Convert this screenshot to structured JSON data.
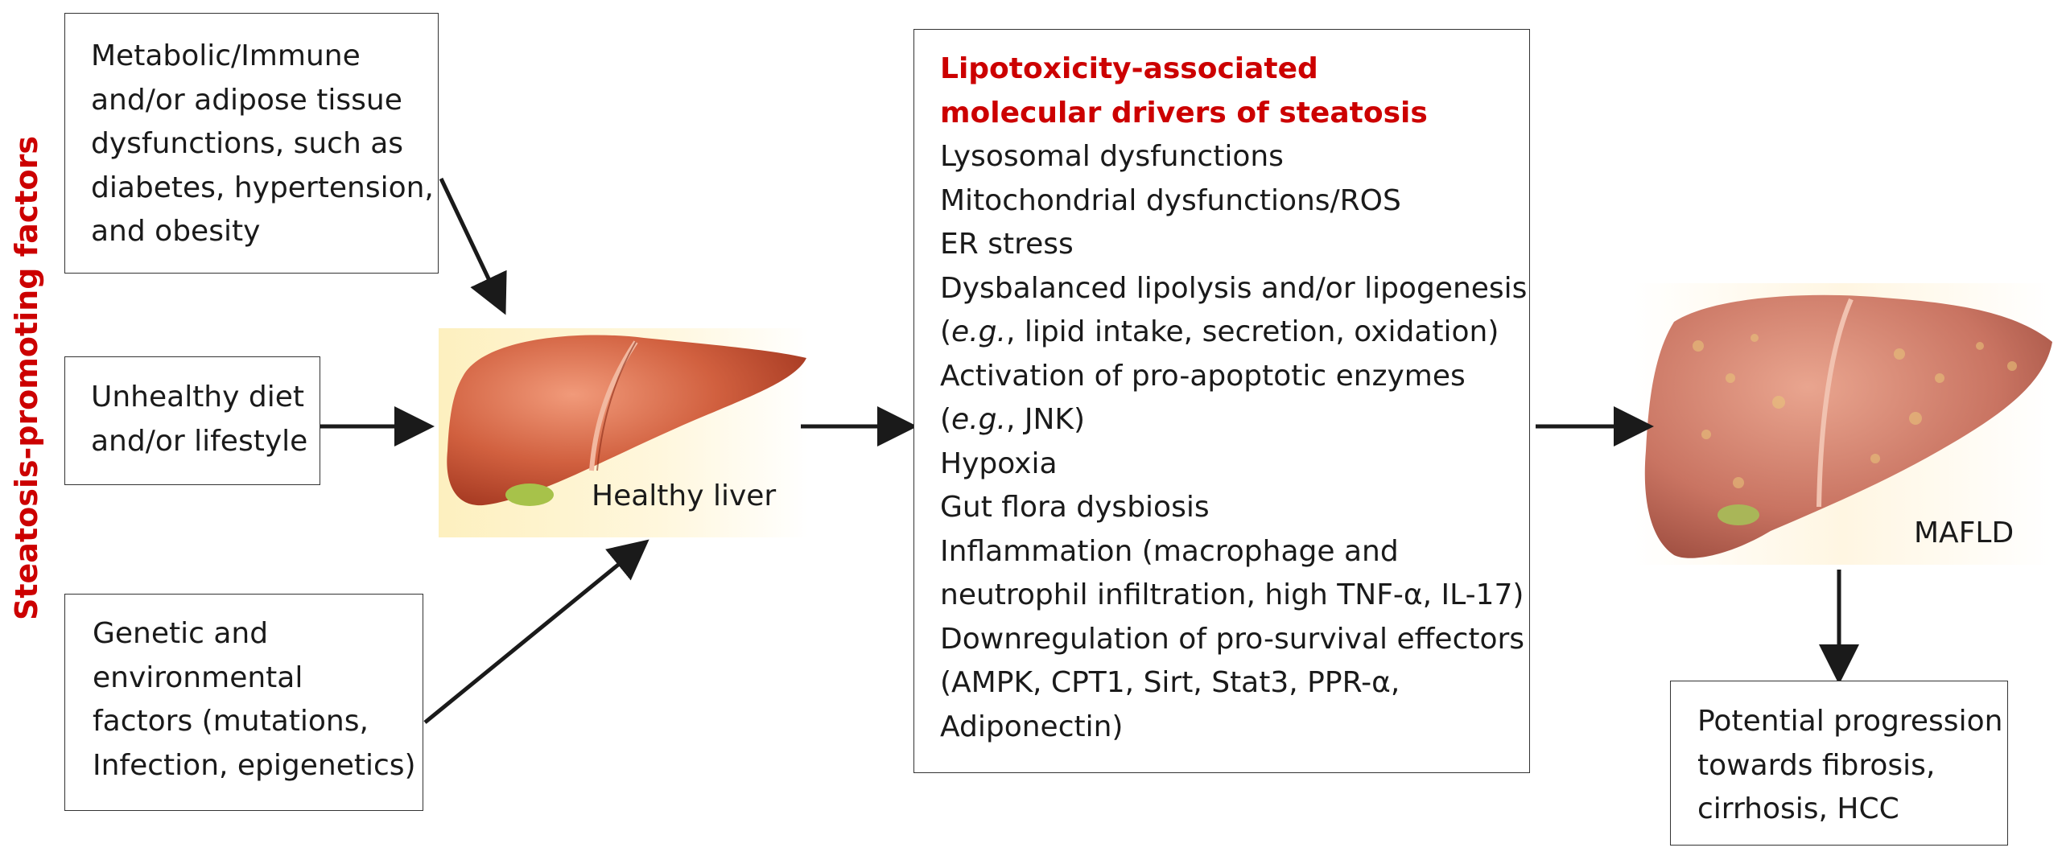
{
  "side_label": "Steatosis-promoting factors",
  "factor_boxes": [
    {
      "lines": [
        "Metabolic/Immune",
        "and/or adipose tissue",
        "dysfunctions, such as",
        "diabetes, hypertension,",
        "and obesity"
      ]
    },
    {
      "lines": [
        "Unhealthy diet",
        "and/or lifestyle"
      ]
    },
    {
      "lines": [
        "Genetic and",
        "environmental",
        "factors (mutations,",
        "Infection, epigenetics)"
      ]
    }
  ],
  "healthy_liver_label": "Healthy liver",
  "drivers": {
    "title_lines": [
      "Lipotoxicity-associated",
      "molecular drivers of steatosis"
    ],
    "items": [
      "Lysosomal dysfunctions",
      "Mitochondrial dysfunctions/ROS",
      "ER stress",
      "Dysbalanced lipolysis and/or lipogenesis",
      "(e.g., lipid intake, secretion, oxidation)",
      "Activation of pro-apoptotic enzymes",
      "(e.g., JNK)",
      "Hypoxia",
      "Gut flora dysbiosis",
      "Inflammation (macrophage and",
      "neutrophil infiltration, high TNF-α, IL-17)",
      "Downregulation of pro-survival effectors",
      "(AMPK, CPT1, Sirt, Stat3, PPR-α,",
      "Adiponectin)"
    ]
  },
  "mafld_label": "MAFLD",
  "progression_box": {
    "lines": [
      "Potential progression",
      "towards fibrosis,",
      "cirrhosis, HCC"
    ]
  },
  "colors": {
    "accent_red": "#cc0000",
    "arrow": "#1a1a1a",
    "liver": "#c8553d"
  }
}
